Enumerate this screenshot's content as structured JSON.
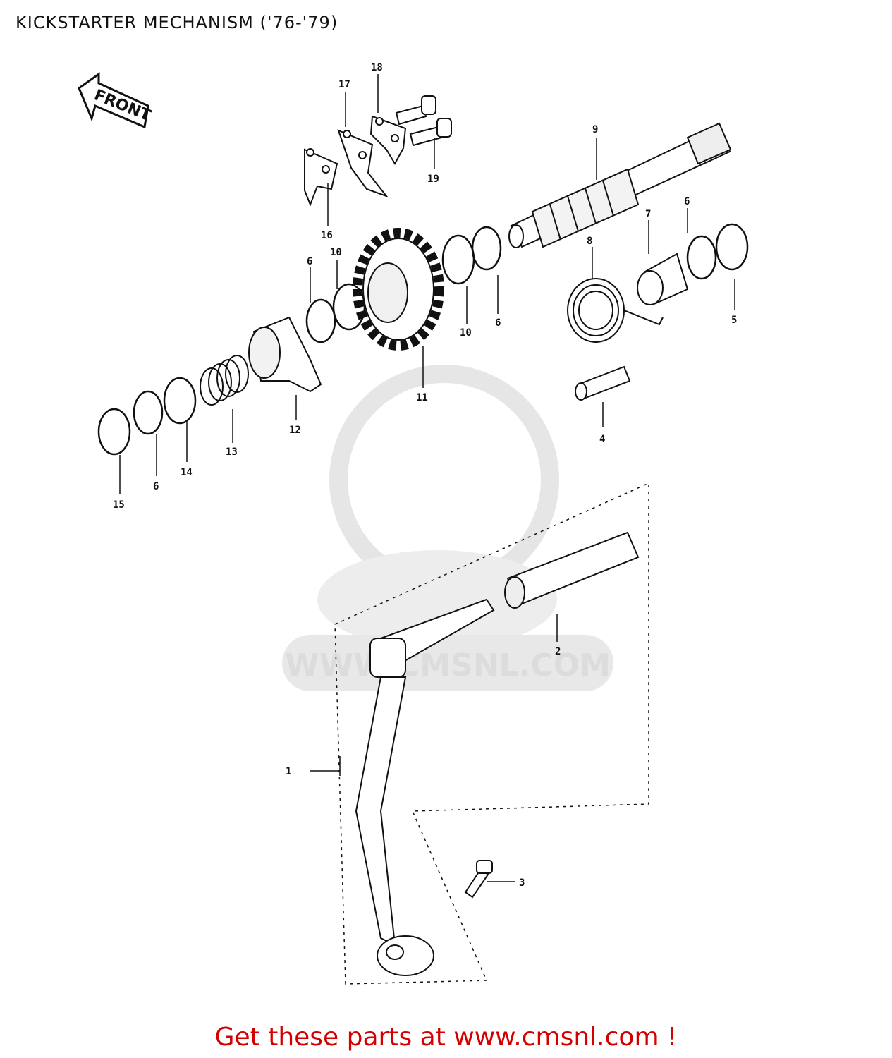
{
  "title": "KICKSTARTER MECHANISM ('76-'79)",
  "footer": "Get these parts at www.cmsnl.com !",
  "watermark": "WWW.CMSNL.COM",
  "front_arrow": "FRONT",
  "parts": [
    {
      "id": "part-1",
      "label": "1"
    },
    {
      "id": "part-2",
      "label": "2"
    },
    {
      "id": "part-3",
      "label": "3"
    },
    {
      "id": "part-4",
      "label": "4"
    },
    {
      "id": "part-5",
      "label": "5"
    },
    {
      "id": "part-6a",
      "label": "6"
    },
    {
      "id": "part-6b",
      "label": "6"
    },
    {
      "id": "part-6c",
      "label": "6"
    },
    {
      "id": "part-6d",
      "label": "6"
    },
    {
      "id": "part-7",
      "label": "7"
    },
    {
      "id": "part-8",
      "label": "8"
    },
    {
      "id": "part-9",
      "label": "9"
    },
    {
      "id": "part-10a",
      "label": "10"
    },
    {
      "id": "part-10b",
      "label": "10"
    },
    {
      "id": "part-11",
      "label": "11"
    },
    {
      "id": "part-12",
      "label": "12"
    },
    {
      "id": "part-13",
      "label": "13"
    },
    {
      "id": "part-14",
      "label": "14"
    },
    {
      "id": "part-15",
      "label": "15"
    },
    {
      "id": "part-16",
      "label": "16"
    },
    {
      "id": "part-17",
      "label": "17"
    },
    {
      "id": "part-18",
      "label": "18"
    },
    {
      "id": "part-19",
      "label": "19"
    }
  ],
  "colors": {
    "footer": "#d40000",
    "watermark": "#d9d9d9",
    "line": "#111111"
  }
}
